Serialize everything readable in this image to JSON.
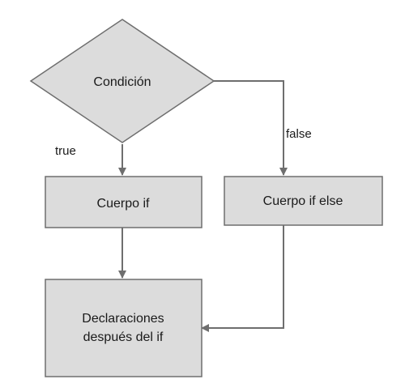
{
  "diagram": {
    "nodes": {
      "condition": "Condición",
      "if_body": "Cuerpo if",
      "else_body": "Cuerpo if else",
      "after": [
        "Declaraciones",
        "después del if"
      ]
    },
    "edge_labels": {
      "true": "true",
      "false": "false"
    }
  },
  "colors": {
    "node_fill": "#dcdcdc",
    "node_stroke": "#6e6e6e",
    "edge": "#6e6e6e",
    "background": "#ffffff"
  }
}
